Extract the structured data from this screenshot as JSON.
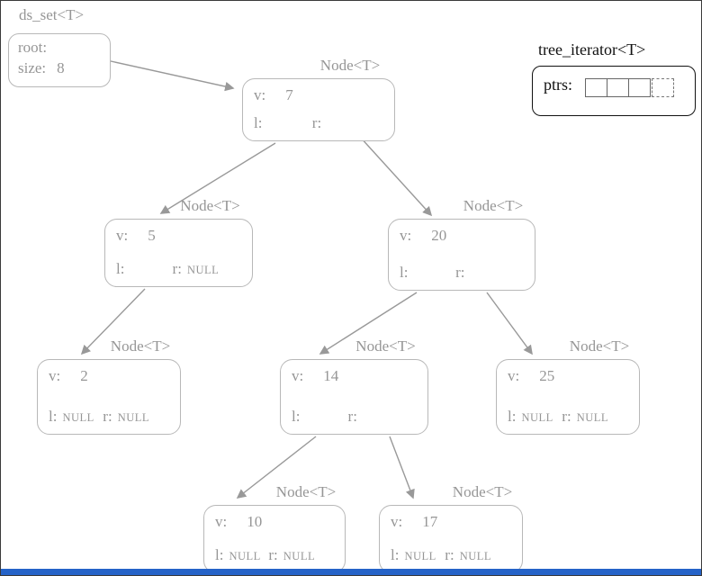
{
  "colors": {
    "diagram-gray": "#969696",
    "border-gray": "#b8b8b8",
    "arrow-gray": "#999999",
    "iterator-black": "#111111",
    "bottom-bar-blue": "#2563c8"
  },
  "set": {
    "title": "ds_set<T>",
    "root_label": "root:",
    "size_label": "size:",
    "size_value": "8"
  },
  "iterator": {
    "title": "tree_iterator<T>",
    "ptrs_label": "ptrs:"
  },
  "nodes": [
    {
      "title": "Node<T>",
      "v_label": "v:",
      "v": "7",
      "l_label": "l:",
      "l": "",
      "r_label": "r:",
      "r": ""
    },
    {
      "title": "Node<T>",
      "v_label": "v:",
      "v": "5",
      "l_label": "l:",
      "l": "",
      "r_label": "r:",
      "r": "NULL"
    },
    {
      "title": "Node<T>",
      "v_label": "v:",
      "v": "20",
      "l_label": "l:",
      "l": "",
      "r_label": "r:",
      "r": ""
    },
    {
      "title": "Node<T>",
      "v_label": "v:",
      "v": "2",
      "l_label": "l:",
      "l": "NULL",
      "r_label": "r:",
      "r": "NULL"
    },
    {
      "title": "Node<T>",
      "v_label": "v:",
      "v": "14",
      "l_label": "l:",
      "l": "",
      "r_label": "r:",
      "r": ""
    },
    {
      "title": "Node<T>",
      "v_label": "v:",
      "v": "25",
      "l_label": "l:",
      "l": "NULL",
      "r_label": "r:",
      "r": "NULL"
    },
    {
      "title": "Node<T>",
      "v_label": "v:",
      "v": "10",
      "l_label": "l:",
      "l": "NULL",
      "r_label": "r:",
      "r": "NULL"
    },
    {
      "title": "Node<T>",
      "v_label": "v:",
      "v": "17",
      "l_label": "l:",
      "l": "NULL",
      "r_label": "r:",
      "r": "NULL"
    }
  ]
}
